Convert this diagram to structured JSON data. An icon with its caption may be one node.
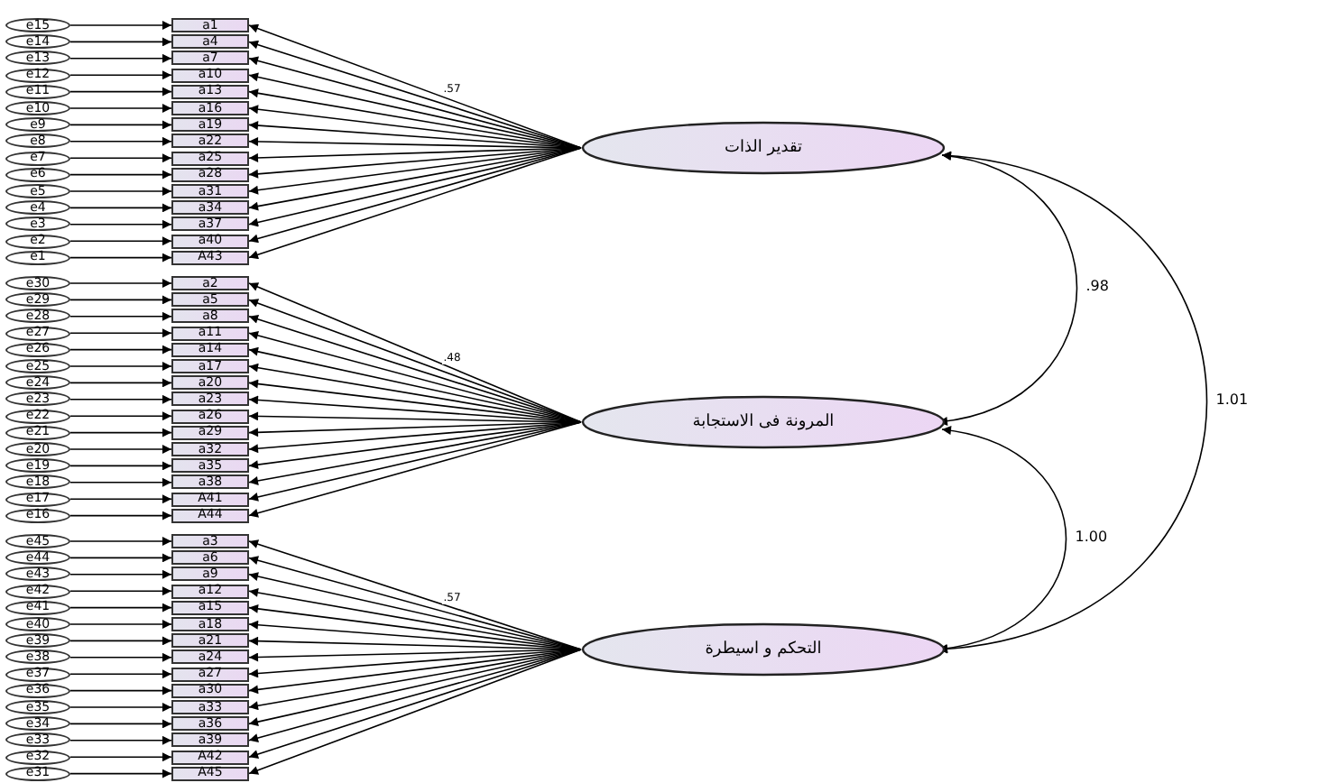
{
  "diagram": {
    "nodes": [
      {
        "text": [
          "e15"
        ]
      },
      {
        "text": [
          "e14"
        ]
      },
      {
        "text": [
          "e13"
        ]
      },
      {
        "text": [
          "e12"
        ]
      },
      {
        "text": [
          "e11"
        ]
      },
      {
        "text": [
          "e10"
        ]
      },
      {
        "text": [
          "e9"
        ]
      },
      {
        "text": [
          "e8"
        ]
      },
      {
        "text": [
          "e7"
        ]
      },
      {
        "text": [
          "e6"
        ]
      },
      {
        "text": [
          "e5"
        ]
      },
      {
        "text": [
          "e4"
        ]
      },
      {
        "text": [
          "e3"
        ]
      },
      {
        "text": [
          "e2"
        ]
      },
      {
        "text": [
          "e1"
        ]
      },
      {
        "text": [
          "e30"
        ]
      },
      {
        "text": [
          "e29"
        ]
      },
      {
        "text": [
          "e28"
        ]
      },
      {
        "text": [
          "e27"
        ]
      },
      {
        "text": [
          "e26"
        ]
      },
      {
        "text": [
          "e25"
        ]
      },
      {
        "text": [
          "e24"
        ]
      },
      {
        "text": [
          "e23"
        ]
      },
      {
        "text": [
          "e22"
        ]
      },
      {
        "text": [
          "e21"
        ]
      },
      {
        "text": [
          "e20"
        ]
      },
      {
        "text": [
          "e19"
        ]
      },
      {
        "text": [
          "e18"
        ]
      },
      {
        "text": [
          "e17"
        ]
      },
      {
        "text": [
          "e16"
        ]
      },
      {
        "text": [
          "e45"
        ]
      },
      {
        "text": [
          "e44"
        ]
      },
      {
        "text": [
          "e43"
        ]
      },
      {
        "text": [
          "e42"
        ]
      },
      {
        "text": [
          "e41"
        ]
      },
      {
        "text": [
          "e40"
        ]
      },
      {
        "text": [
          "e39"
        ]
      },
      {
        "text": [
          "e38"
        ]
      },
      {
        "text": [
          "e37"
        ]
      },
      {
        "text": [
          "e36"
        ]
      },
      {
        "text": [
          "e35"
        ]
      },
      {
        "text": [
          "e34"
        ]
      },
      {
        "text": [
          "e33"
        ]
      },
      {
        "text": [
          "e32"
        ]
      },
      {
        "text": [
          "e31"
        ]
      },
      {
        "text": [
          "a1"
        ]
      },
      {
        "text": [
          "a4"
        ]
      },
      {
        "text": [
          "a7"
        ]
      },
      {
        "text": [
          "a10"
        ]
      },
      {
        "text": [
          "a13"
        ]
      },
      {
        "text": [
          "a16"
        ]
      },
      {
        "text": [
          "a19"
        ]
      },
      {
        "text": [
          "a22"
        ]
      },
      {
        "text": [
          "a25"
        ]
      },
      {
        "text": [
          "a28"
        ]
      },
      {
        "text": [
          "a31"
        ]
      },
      {
        "text": [
          "a34"
        ]
      },
      {
        "text": [
          "a37"
        ]
      },
      {
        "text": [
          "a40"
        ]
      },
      {
        "text": [
          "A43"
        ]
      },
      {
        "text": [
          "a2"
        ]
      },
      {
        "text": [
          "a5"
        ]
      },
      {
        "text": [
          "a8"
        ]
      },
      {
        "text": [
          "a11"
        ]
      },
      {
        "text": [
          "a14"
        ]
      },
      {
        "text": [
          "a17"
        ]
      },
      {
        "text": [
          "a20"
        ]
      },
      {
        "text": [
          "a23"
        ]
      },
      {
        "text": [
          "a26"
        ]
      },
      {
        "text": [
          "a29"
        ]
      },
      {
        "text": [
          "a32"
        ]
      },
      {
        "text": [
          "a35"
        ]
      },
      {
        "text": [
          "a38"
        ]
      },
      {
        "text": [
          "A41"
        ]
      },
      {
        "text": [
          "A44"
        ]
      },
      {
        "text": [
          "a3"
        ]
      },
      {
        "text": [
          "a6"
        ]
      },
      {
        "text": [
          "a9"
        ]
      },
      {
        "text": [
          "a12"
        ]
      },
      {
        "text": [
          "a15"
        ]
      },
      {
        "text": [
          "a18"
        ]
      },
      {
        "text": [
          "a21"
        ]
      },
      {
        "text": [
          "a24"
        ]
      },
      {
        "text": [
          "a27"
        ]
      },
      {
        "text": [
          "a30"
        ]
      },
      {
        "text": [
          "a33"
        ]
      },
      {
        "text": [
          "a36"
        ]
      },
      {
        "text": [
          "a39"
        ]
      },
      {
        "text": [
          "A42"
        ]
      },
      {
        "text": [
          "A45"
        ]
      },
      {
        "text": [
          "تقدير الذات"
        ]
      },
      {
        "text": [
          "المرونة فى الاستجابة"
        ]
      },
      {
        "text": [
          "التحكم و اسيطرة"
        ]
      }
    ],
    "edges": [
      {
        "from": 0,
        "to": 45,
        "arrow": "to"
      },
      {
        "from": 1,
        "to": 46,
        "arrow": "to"
      },
      {
        "from": 2,
        "to": 47,
        "arrow": "to"
      },
      {
        "from": 3,
        "to": 48,
        "arrow": "to"
      },
      {
        "from": 4,
        "to": 49,
        "arrow": "to"
      },
      {
        "from": 5,
        "to": 50,
        "arrow": "to"
      },
      {
        "from": 6,
        "to": 51,
        "arrow": "to"
      },
      {
        "from": 7,
        "to": 52,
        "arrow": "to"
      },
      {
        "from": 8,
        "to": 53,
        "arrow": "to"
      },
      {
        "from": 9,
        "to": 54,
        "arrow": "to"
      },
      {
        "from": 10,
        "to": 55,
        "arrow": "to"
      },
      {
        "from": 11,
        "to": 56,
        "arrow": "to"
      },
      {
        "from": 12,
        "to": 57,
        "arrow": "to"
      },
      {
        "from": 13,
        "to": 58,
        "arrow": "to"
      },
      {
        "from": 14,
        "to": 59,
        "arrow": "to"
      },
      {
        "from": 15,
        "to": 60,
        "arrow": "to"
      },
      {
        "from": 16,
        "to": 61,
        "arrow": "to"
      },
      {
        "from": 17,
        "to": 62,
        "arrow": "to"
      },
      {
        "from": 18,
        "to": 63,
        "arrow": "to"
      },
      {
        "from": 19,
        "to": 64,
        "arrow": "to"
      },
      {
        "from": 20,
        "to": 65,
        "arrow": "to"
      },
      {
        "from": 21,
        "to": 66,
        "arrow": "to"
      },
      {
        "from": 22,
        "to": 67,
        "arrow": "to"
      },
      {
        "from": 23,
        "to": 68,
        "arrow": "to"
      },
      {
        "from": 24,
        "to": 69,
        "arrow": "to"
      },
      {
        "from": 25,
        "to": 70,
        "arrow": "to"
      },
      {
        "from": 26,
        "to": 71,
        "arrow": "to"
      },
      {
        "from": 27,
        "to": 72,
        "arrow": "to"
      },
      {
        "from": 28,
        "to": 73,
        "arrow": "to"
      },
      {
        "from": 29,
        "to": 74,
        "arrow": "to"
      },
      {
        "from": 30,
        "to": 75,
        "arrow": "to"
      },
      {
        "from": 31,
        "to": 76,
        "arrow": "to"
      },
      {
        "from": 32,
        "to": 77,
        "arrow": "to"
      },
      {
        "from": 33,
        "to": 78,
        "arrow": "to"
      },
      {
        "from": 34,
        "to": 79,
        "arrow": "to"
      },
      {
        "from": 35,
        "to": 80,
        "arrow": "to"
      },
      {
        "from": 36,
        "to": 81,
        "arrow": "to"
      },
      {
        "from": 37,
        "to": 82,
        "arrow": "to"
      },
      {
        "from": 38,
        "to": 83,
        "arrow": "to"
      },
      {
        "from": 39,
        "to": 84,
        "arrow": "to"
      },
      {
        "from": 40,
        "to": 85,
        "arrow": "to"
      },
      {
        "from": 41,
        "to": 86,
        "arrow": "to"
      },
      {
        "from": 42,
        "to": 87,
        "arrow": "to"
      },
      {
        "from": 43,
        "to": 88,
        "arrow": "to"
      },
      {
        "from": 44,
        "to": 89,
        "arrow": "to"
      },
      {
        "from": 90,
        "to": 45,
        "arrow": "to",
        "label": ".57"
      },
      {
        "from": 90,
        "to": 46,
        "arrow": "to"
      },
      {
        "from": 90,
        "to": 47,
        "arrow": "to"
      },
      {
        "from": 90,
        "to": 48,
        "arrow": "to"
      },
      {
        "from": 90,
        "to": 49,
        "arrow": "to"
      },
      {
        "from": 90,
        "to": 50,
        "arrow": "to"
      },
      {
        "from": 90,
        "to": 51,
        "arrow": "to"
      },
      {
        "from": 90,
        "to": 52,
        "arrow": "to"
      },
      {
        "from": 90,
        "to": 53,
        "arrow": "to"
      },
      {
        "from": 90,
        "to": 54,
        "arrow": "to"
      },
      {
        "from": 90,
        "to": 55,
        "arrow": "to"
      },
      {
        "from": 90,
        "to": 56,
        "arrow": "to"
      },
      {
        "from": 90,
        "to": 57,
        "arrow": "to"
      },
      {
        "from": 90,
        "to": 58,
        "arrow": "to"
      },
      {
        "from": 90,
        "to": 59,
        "arrow": "to"
      },
      {
        "from": 91,
        "to": 60,
        "arrow": "to",
        "label": ".48"
      },
      {
        "from": 91,
        "to": 61,
        "arrow": "to"
      },
      {
        "from": 91,
        "to": 62,
        "arrow": "to"
      },
      {
        "from": 91,
        "to": 63,
        "arrow": "to"
      },
      {
        "from": 91,
        "to": 64,
        "arrow": "to"
      },
      {
        "from": 91,
        "to": 65,
        "arrow": "to"
      },
      {
        "from": 91,
        "to": 66,
        "arrow": "to"
      },
      {
        "from": 91,
        "to": 67,
        "arrow": "to"
      },
      {
        "from": 91,
        "to": 68,
        "arrow": "to"
      },
      {
        "from": 91,
        "to": 69,
        "arrow": "to"
      },
      {
        "from": 91,
        "to": 70,
        "arrow": "to"
      },
      {
        "from": 91,
        "to": 71,
        "arrow": "to"
      },
      {
        "from": 91,
        "to": 72,
        "arrow": "to"
      },
      {
        "from": 91,
        "to": 73,
        "arrow": "to"
      },
      {
        "from": 91,
        "to": 74,
        "arrow": "to"
      },
      {
        "from": 92,
        "to": 75,
        "arrow": "to",
        "label": ".57"
      },
      {
        "from": 92,
        "to": 76,
        "arrow": "to"
      },
      {
        "from": 92,
        "to": 77,
        "arrow": "to"
      },
      {
        "from": 92,
        "to": 78,
        "arrow": "to"
      },
      {
        "from": 92,
        "to": 79,
        "arrow": "to"
      },
      {
        "from": 92,
        "to": 80,
        "arrow": "to"
      },
      {
        "from": 92,
        "to": 81,
        "arrow": "to"
      },
      {
        "from": 92,
        "to": 82,
        "arrow": "to"
      },
      {
        "from": 92,
        "to": 83,
        "arrow": "to"
      },
      {
        "from": 92,
        "to": 84,
        "arrow": "to"
      },
      {
        "from": 92,
        "to": 85,
        "arrow": "to"
      },
      {
        "from": 92,
        "to": 86,
        "arrow": "to"
      },
      {
        "from": 92,
        "to": 87,
        "arrow": "to"
      },
      {
        "from": 92,
        "to": 88,
        "arrow": "to"
      },
      {
        "from": 92,
        "to": 89,
        "arrow": "to"
      },
      {
        "from": 90,
        "to": 91,
        "arrow": "both",
        "label": ".98"
      },
      {
        "from": 91,
        "to": 92,
        "arrow": "both",
        "label": "1.00"
      },
      {
        "from": 90,
        "to": 92,
        "arrow": "both",
        "label": "1.01"
      }
    ]
  }
}
